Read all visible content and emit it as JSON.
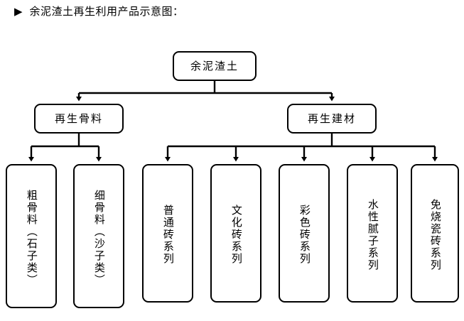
{
  "title": {
    "bullet": "▶",
    "text": "余泥渣土再生利用产品示意图："
  },
  "diagram": {
    "type": "tree",
    "orientation": "top-down",
    "line_color": "#000000",
    "node_fill": "#ffffff",
    "node_border": "#000000",
    "root": {
      "id": "root",
      "label": "余泥渣土",
      "text_orientation": "horizontal"
    },
    "branches": [
      {
        "id": "branch-aggregate",
        "label": "再生骨料",
        "text_orientation": "horizontal",
        "children": [
          {
            "id": "leaf-coarse",
            "label": "粗骨料（石子类）",
            "text_orientation": "vertical"
          },
          {
            "id": "leaf-fine",
            "label": "细骨料（沙子类）",
            "text_orientation": "vertical"
          }
        ]
      },
      {
        "id": "branch-material",
        "label": "再生建材",
        "text_orientation": "horizontal",
        "children": [
          {
            "id": "leaf-ordinary",
            "label": "普通砖系列",
            "text_orientation": "vertical"
          },
          {
            "id": "leaf-culture",
            "label": "文化砖系列",
            "text_orientation": "vertical"
          },
          {
            "id": "leaf-color",
            "label": "彩色砖系列",
            "text_orientation": "vertical"
          },
          {
            "id": "leaf-putty",
            "label": "水性腻子系列",
            "text_orientation": "vertical"
          },
          {
            "id": "leaf-unfired",
            "label": "免烧瓷砖系列",
            "text_orientation": "vertical"
          }
        ]
      }
    ]
  }
}
